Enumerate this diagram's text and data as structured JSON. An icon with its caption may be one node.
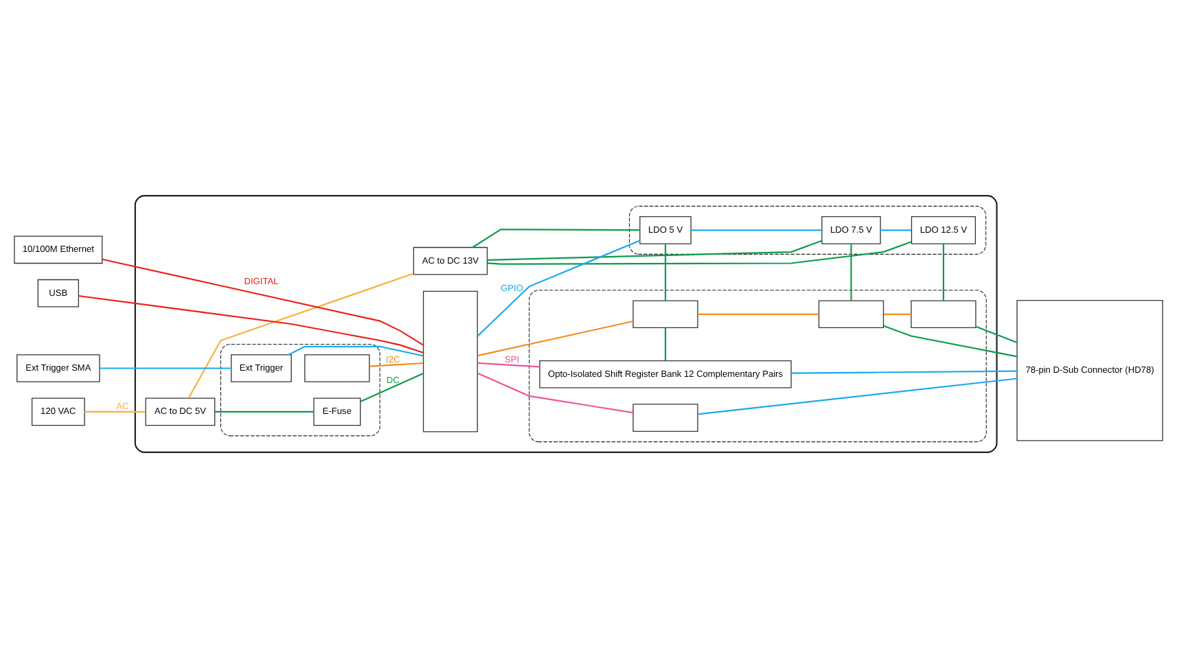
{
  "diagram": {
    "nodes": [
      {
        "text": [],
        "shape": "box"
      },
      {
        "text": [
          "120 VAC"
        ]
      },
      {
        "text": [
          "AC to DC 5V"
        ],
        "in": 0
      },
      {
        "text": [
          "AC to DC 13V"
        ],
        "in": 0
      },
      {
        "text": [],
        "shape": "box",
        "in": 0
      },
      {
        "text": [
          "E-Fuse"
        ],
        "in": 4
      },
      {
        "text": [],
        "shape": "box",
        "in": 4
      },
      {
        "text": [
          "Ext Trigger"
        ],
        "in": 4
      },
      {
        "text": [],
        "shape": "box",
        "in": 0
      },
      {
        "text": [],
        "shape": "box",
        "in": 0
      },
      {
        "text": [
          "LDO 5 V"
        ],
        "in": 9
      },
      {
        "text": [
          "LDO 7.5 V"
        ],
        "in": 9
      },
      {
        "text": [
          "LDO 12.5 V"
        ],
        "in": 9
      },
      {
        "text": [],
        "shape": "box",
        "in": 0
      },
      {
        "text": [],
        "shape": "box",
        "in": 13
      },
      {
        "text": [],
        "shape": "box",
        "in": 13
      },
      {
        "text": [],
        "shape": "box",
        "in": 13
      },
      {
        "text": [
          "Opto-Isolated Shift Register Bank 12 Complementary Pairs"
        ],
        "in": 13
      },
      {
        "text": [],
        "shape": "box",
        "in": 13
      },
      {
        "text": [
          "Ext Trigger SMA"
        ]
      },
      {
        "text": [
          "10/100M Ethernet"
        ]
      },
      {
        "text": [
          "USB"
        ]
      },
      {
        "text": [
          "78-pin D-Sub Connector (HD78)"
        ]
      }
    ],
    "edges": [
      {
        "from": 1,
        "to": 2,
        "arrow": "none",
        "label": "AC",
        "color": "#f7b13c"
      },
      {
        "from": 2,
        "to": 3,
        "arrow": "none",
        "color": "#f7b13c"
      },
      {
        "from": 2,
        "to": 5,
        "arrow": "none"
      },
      {
        "from": 3,
        "to": 10,
        "arrow": "none"
      },
      {
        "from": 3,
        "to": 11,
        "arrow": "none"
      },
      {
        "from": 3,
        "to": 12,
        "arrow": "none"
      },
      {
        "from": 5,
        "to": 8,
        "arrow": "none",
        "label": "DC"
      },
      {
        "from": 6,
        "to": 8,
        "arrow": "none",
        "label": "I2C",
        "color": "#f28c1e"
      },
      {
        "from": 19,
        "to": 7,
        "arrow": "none",
        "color": "#1ba9ec"
      },
      {
        "from": 7,
        "to": 8,
        "arrow": "none",
        "color": "#1ba9ec"
      },
      {
        "from": 8,
        "to": 10,
        "arrow": "none",
        "label": "GPIO",
        "color": "#1ba9ec"
      },
      {
        "from": 10,
        "to": 11,
        "arrow": "none",
        "color": "#1ba9ec"
      },
      {
        "from": 11,
        "to": 12,
        "arrow": "none",
        "color": "#1ba9ec"
      },
      {
        "from": 8,
        "to": 14,
        "arrow": "none",
        "color": "#f28c1e"
      },
      {
        "from": 14,
        "to": 15,
        "arrow": "none",
        "color": "#f28c1e"
      },
      {
        "from": 15,
        "to": 16,
        "arrow": "none",
        "color": "#f28c1e"
      },
      {
        "from": 10,
        "to": 14,
        "arrow": "none"
      },
      {
        "from": 11,
        "to": 15,
        "arrow": "none"
      },
      {
        "from": 12,
        "to": 16,
        "arrow": "none"
      },
      {
        "from": 14,
        "to": 17,
        "arrow": "none"
      },
      {
        "from": 16,
        "to": 22,
        "arrow": "none"
      },
      {
        "from": 15,
        "to": 22,
        "arrow": "none"
      },
      {
        "from": 8,
        "to": 17,
        "arrow": "none",
        "label": "SPI",
        "color": "#e9559b"
      },
      {
        "from": 17,
        "to": 22,
        "arrow": "none",
        "color": "#1ba9ec"
      },
      {
        "from": 20,
        "to": 8,
        "arrow": "none",
        "label": "DIGITAL",
        "color": "#e8201a"
      },
      {
        "from": 21,
        "to": 8,
        "arrow": "none",
        "color": "#e8201a"
      },
      {
        "from": 8,
        "to": 18,
        "arrow": "none",
        "color": "#e9559b"
      },
      {
        "from": 18,
        "to": 22,
        "arrow": "none",
        "color": "#1ba9ec"
      }
    ]
  }
}
